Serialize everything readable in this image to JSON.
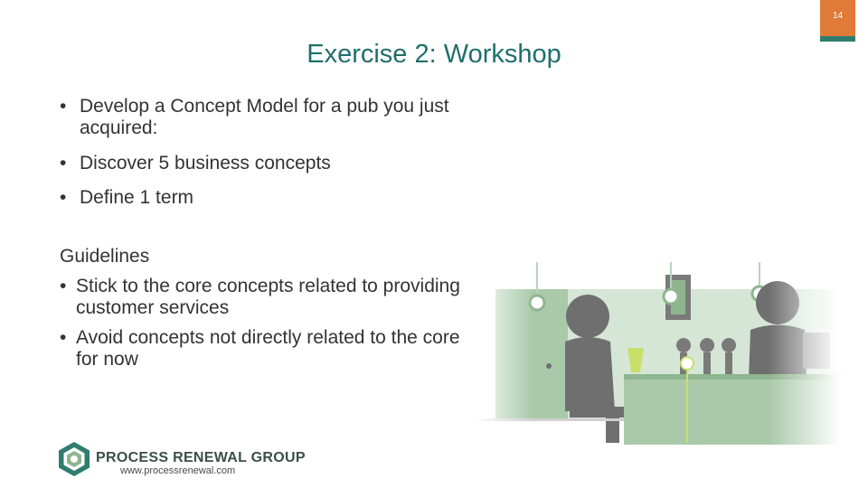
{
  "slide": {
    "page_number": "14",
    "title": "Exercise 2: Workshop"
  },
  "bullets": [
    {
      "text": "Develop a Concept Model for a pub you just acquired:"
    },
    {
      "text": "Discover 5 business concepts"
    },
    {
      "text": "Define 1 term"
    }
  ],
  "bullet_symbol": "•",
  "guidelines": {
    "heading": "Guidelines",
    "items": [
      "Stick to the core concepts related to providing customer services",
      "Avoid concepts not directly related to the core for now"
    ]
  },
  "footer": {
    "company": "PROCESS RENEWAL GROUP",
    "url": "www.processrenewal.com"
  },
  "colors": {
    "title": "#1f6f6b",
    "accent": "#e07b39",
    "brand_green": "#2e7d6e",
    "illustration_green": "#8fb58f",
    "illustration_gray": "#6f6f6f"
  },
  "illustration": {
    "name": "customer-service-illustration"
  }
}
